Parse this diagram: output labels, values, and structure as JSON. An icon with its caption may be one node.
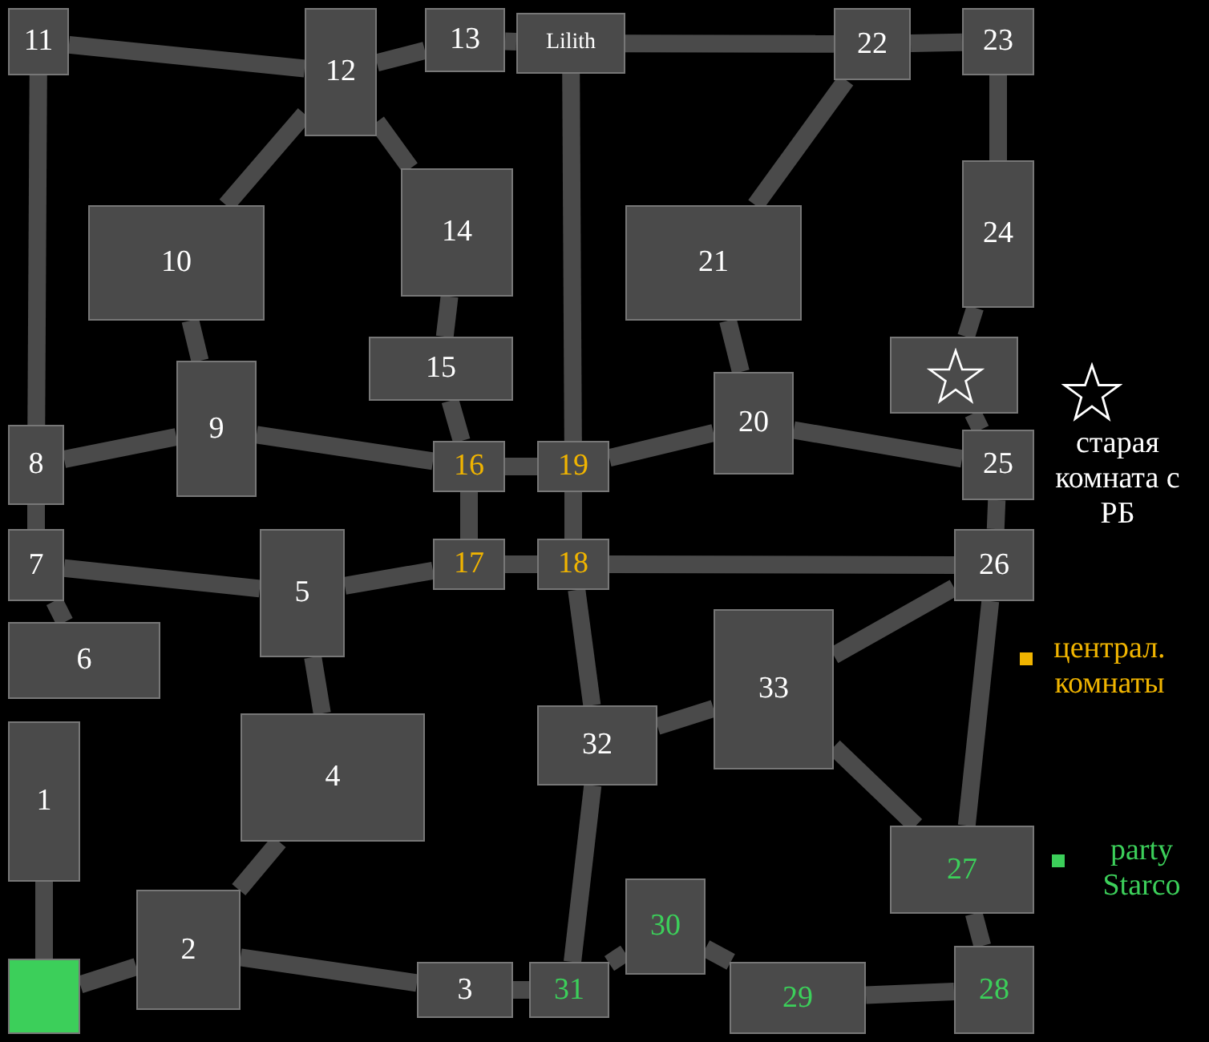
{
  "diagram": {
    "nodes": [
      {
        "text": [
          "11"
        ]
      },
      {
        "text": [
          "12"
        ]
      },
      {
        "text": [
          "13"
        ]
      },
      {
        "text": [
          "Lilith"
        ]
      },
      {
        "text": [
          "22"
        ]
      },
      {
        "text": [
          "23"
        ]
      },
      {
        "text": [
          "10"
        ]
      },
      {
        "text": [
          "14"
        ]
      },
      {
        "text": [
          "21"
        ]
      },
      {
        "text": [
          "24"
        ]
      },
      {
        "text": [
          "15"
        ]
      },
      {
        "text": [],
        "shape": "box"
      },
      {
        "text": [
          "9"
        ]
      },
      {
        "text": [
          "8"
        ]
      },
      {
        "text": [
          "16"
        ]
      },
      {
        "text": [
          "19"
        ]
      },
      {
        "text": [
          "20"
        ]
      },
      {
        "text": [
          "25"
        ]
      },
      {
        "text": [
          "7"
        ]
      },
      {
        "text": [
          "17"
        ]
      },
      {
        "text": [
          "18"
        ]
      },
      {
        "text": [
          "26"
        ]
      },
      {
        "text": [
          "5"
        ]
      },
      {
        "text": [
          "6"
        ]
      },
      {
        "text": [
          "33"
        ]
      },
      {
        "text": [
          "32"
        ]
      },
      {
        "text": [
          "4"
        ]
      },
      {
        "text": [
          "1"
        ]
      },
      {
        "text": [
          "27"
        ]
      },
      {
        "text": [
          "30"
        ]
      },
      {
        "text": [
          "2"
        ]
      },
      {
        "text": [],
        "shape": "box"
      },
      {
        "text": [
          "3"
        ]
      },
      {
        "text": [
          "31"
        ]
      },
      {
        "text": [
          "29"
        ]
      },
      {
        "text": [
          "28"
        ]
      }
    ],
    "edges": [
      {
        "from": 0,
        "to": 1,
        "arrow": "none"
      },
      {
        "from": 1,
        "to": 2,
        "arrow": "none"
      },
      {
        "from": 2,
        "to": 3,
        "arrow": "none"
      },
      {
        "from": 3,
        "to": 4,
        "arrow": "none"
      },
      {
        "from": 4,
        "to": 5,
        "arrow": "none"
      },
      {
        "from": 5,
        "to": 9,
        "arrow": "none"
      },
      {
        "from": 9,
        "to": 11,
        "arrow": "none"
      },
      {
        "from": 11,
        "to": 17,
        "arrow": "none"
      },
      {
        "from": 17,
        "to": 21,
        "arrow": "none"
      },
      {
        "from": 0,
        "to": 13,
        "arrow": "none"
      },
      {
        "from": 13,
        "to": 18,
        "arrow": "none"
      },
      {
        "from": 18,
        "to": 23,
        "arrow": "none"
      },
      {
        "from": 27,
        "to": 31,
        "arrow": "none"
      },
      {
        "from": 31,
        "to": 30,
        "arrow": "none"
      },
      {
        "from": 30,
        "to": 32,
        "arrow": "none"
      },
      {
        "from": 32,
        "to": 33,
        "arrow": "none"
      },
      {
        "from": 33,
        "to": 29,
        "arrow": "none"
      },
      {
        "from": 34,
        "to": 35,
        "arrow": "none"
      },
      {
        "from": 35,
        "to": 28,
        "arrow": "none"
      },
      {
        "from": 28,
        "to": 21,
        "arrow": "none"
      },
      {
        "from": 1,
        "to": 6,
        "arrow": "none"
      },
      {
        "from": 1,
        "to": 7,
        "arrow": "none"
      },
      {
        "from": 7,
        "to": 10,
        "arrow": "none"
      },
      {
        "from": 6,
        "to": 12,
        "arrow": "none"
      },
      {
        "from": 12,
        "to": 13,
        "arrow": "none"
      },
      {
        "from": 12,
        "to": 14,
        "arrow": "none"
      },
      {
        "from": 10,
        "to": 14,
        "arrow": "none"
      },
      {
        "from": 14,
        "to": 15,
        "arrow": "none"
      },
      {
        "from": 14,
        "to": 19,
        "arrow": "none"
      },
      {
        "from": 15,
        "to": 20,
        "arrow": "none"
      },
      {
        "from": 19,
        "to": 20,
        "arrow": "none"
      },
      {
        "from": 3,
        "to": 15,
        "arrow": "none"
      },
      {
        "from": 15,
        "to": 16,
        "arrow": "none"
      },
      {
        "from": 16,
        "to": 8,
        "arrow": "none"
      },
      {
        "from": 8,
        "to": 4,
        "arrow": "none"
      },
      {
        "from": 16,
        "to": 17,
        "arrow": "none"
      },
      {
        "from": 20,
        "to": 21,
        "arrow": "none"
      },
      {
        "from": 19,
        "to": 22,
        "arrow": "none"
      },
      {
        "from": 22,
        "to": 18,
        "arrow": "none"
      },
      {
        "from": 22,
        "to": 26,
        "arrow": "none"
      },
      {
        "from": 26,
        "to": 30,
        "arrow": "none"
      },
      {
        "from": 20,
        "to": 25,
        "arrow": "none"
      },
      {
        "from": 25,
        "to": 24,
        "arrow": "none"
      },
      {
        "from": 24,
        "to": 21,
        "arrow": "none"
      },
      {
        "from": 25,
        "to": 33,
        "arrow": "none"
      },
      {
        "from": 24,
        "to": 28,
        "arrow": "none"
      },
      {
        "from": 29,
        "to": 34,
        "arrow": "none"
      }
    ],
    "legend": [
      {
        "text": "старая комната с РБ"
      },
      {
        "text": "централ. комнаты",
        "color": "#f0b400"
      },
      {
        "text": "party Starco",
        "color": "#3ccf5a"
      }
    ]
  }
}
